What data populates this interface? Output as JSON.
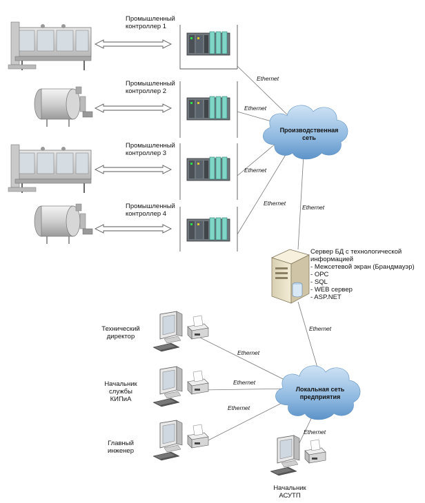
{
  "controllers": [
    {
      "label": "Промышленный\nконтроллер 1"
    },
    {
      "label": "Промышленный\nконтроллер 2"
    },
    {
      "label": "Промышленный\nконтроллер 3"
    },
    {
      "label": "Промышленный\nконтроллер 4"
    }
  ],
  "clouds": {
    "production": "Производственная\nсеть",
    "enterprise": "Локальная\nсеть предприятия"
  },
  "server": {
    "title": "Сервер БД с технологической\nинформацией",
    "features": [
      "Межсетевой экран (Брандмауэр)",
      "OPC",
      "SQL",
      "WEB сервер",
      "ASP.NET"
    ]
  },
  "workstations": [
    {
      "label": "Технический\nдиректор"
    },
    {
      "label": "Начальник\nслужбы\nКИПиА"
    },
    {
      "label": "Главный\nинженер"
    },
    {
      "label": "Начальник\nАСУТП"
    }
  ],
  "link_label": "Ethernet"
}
